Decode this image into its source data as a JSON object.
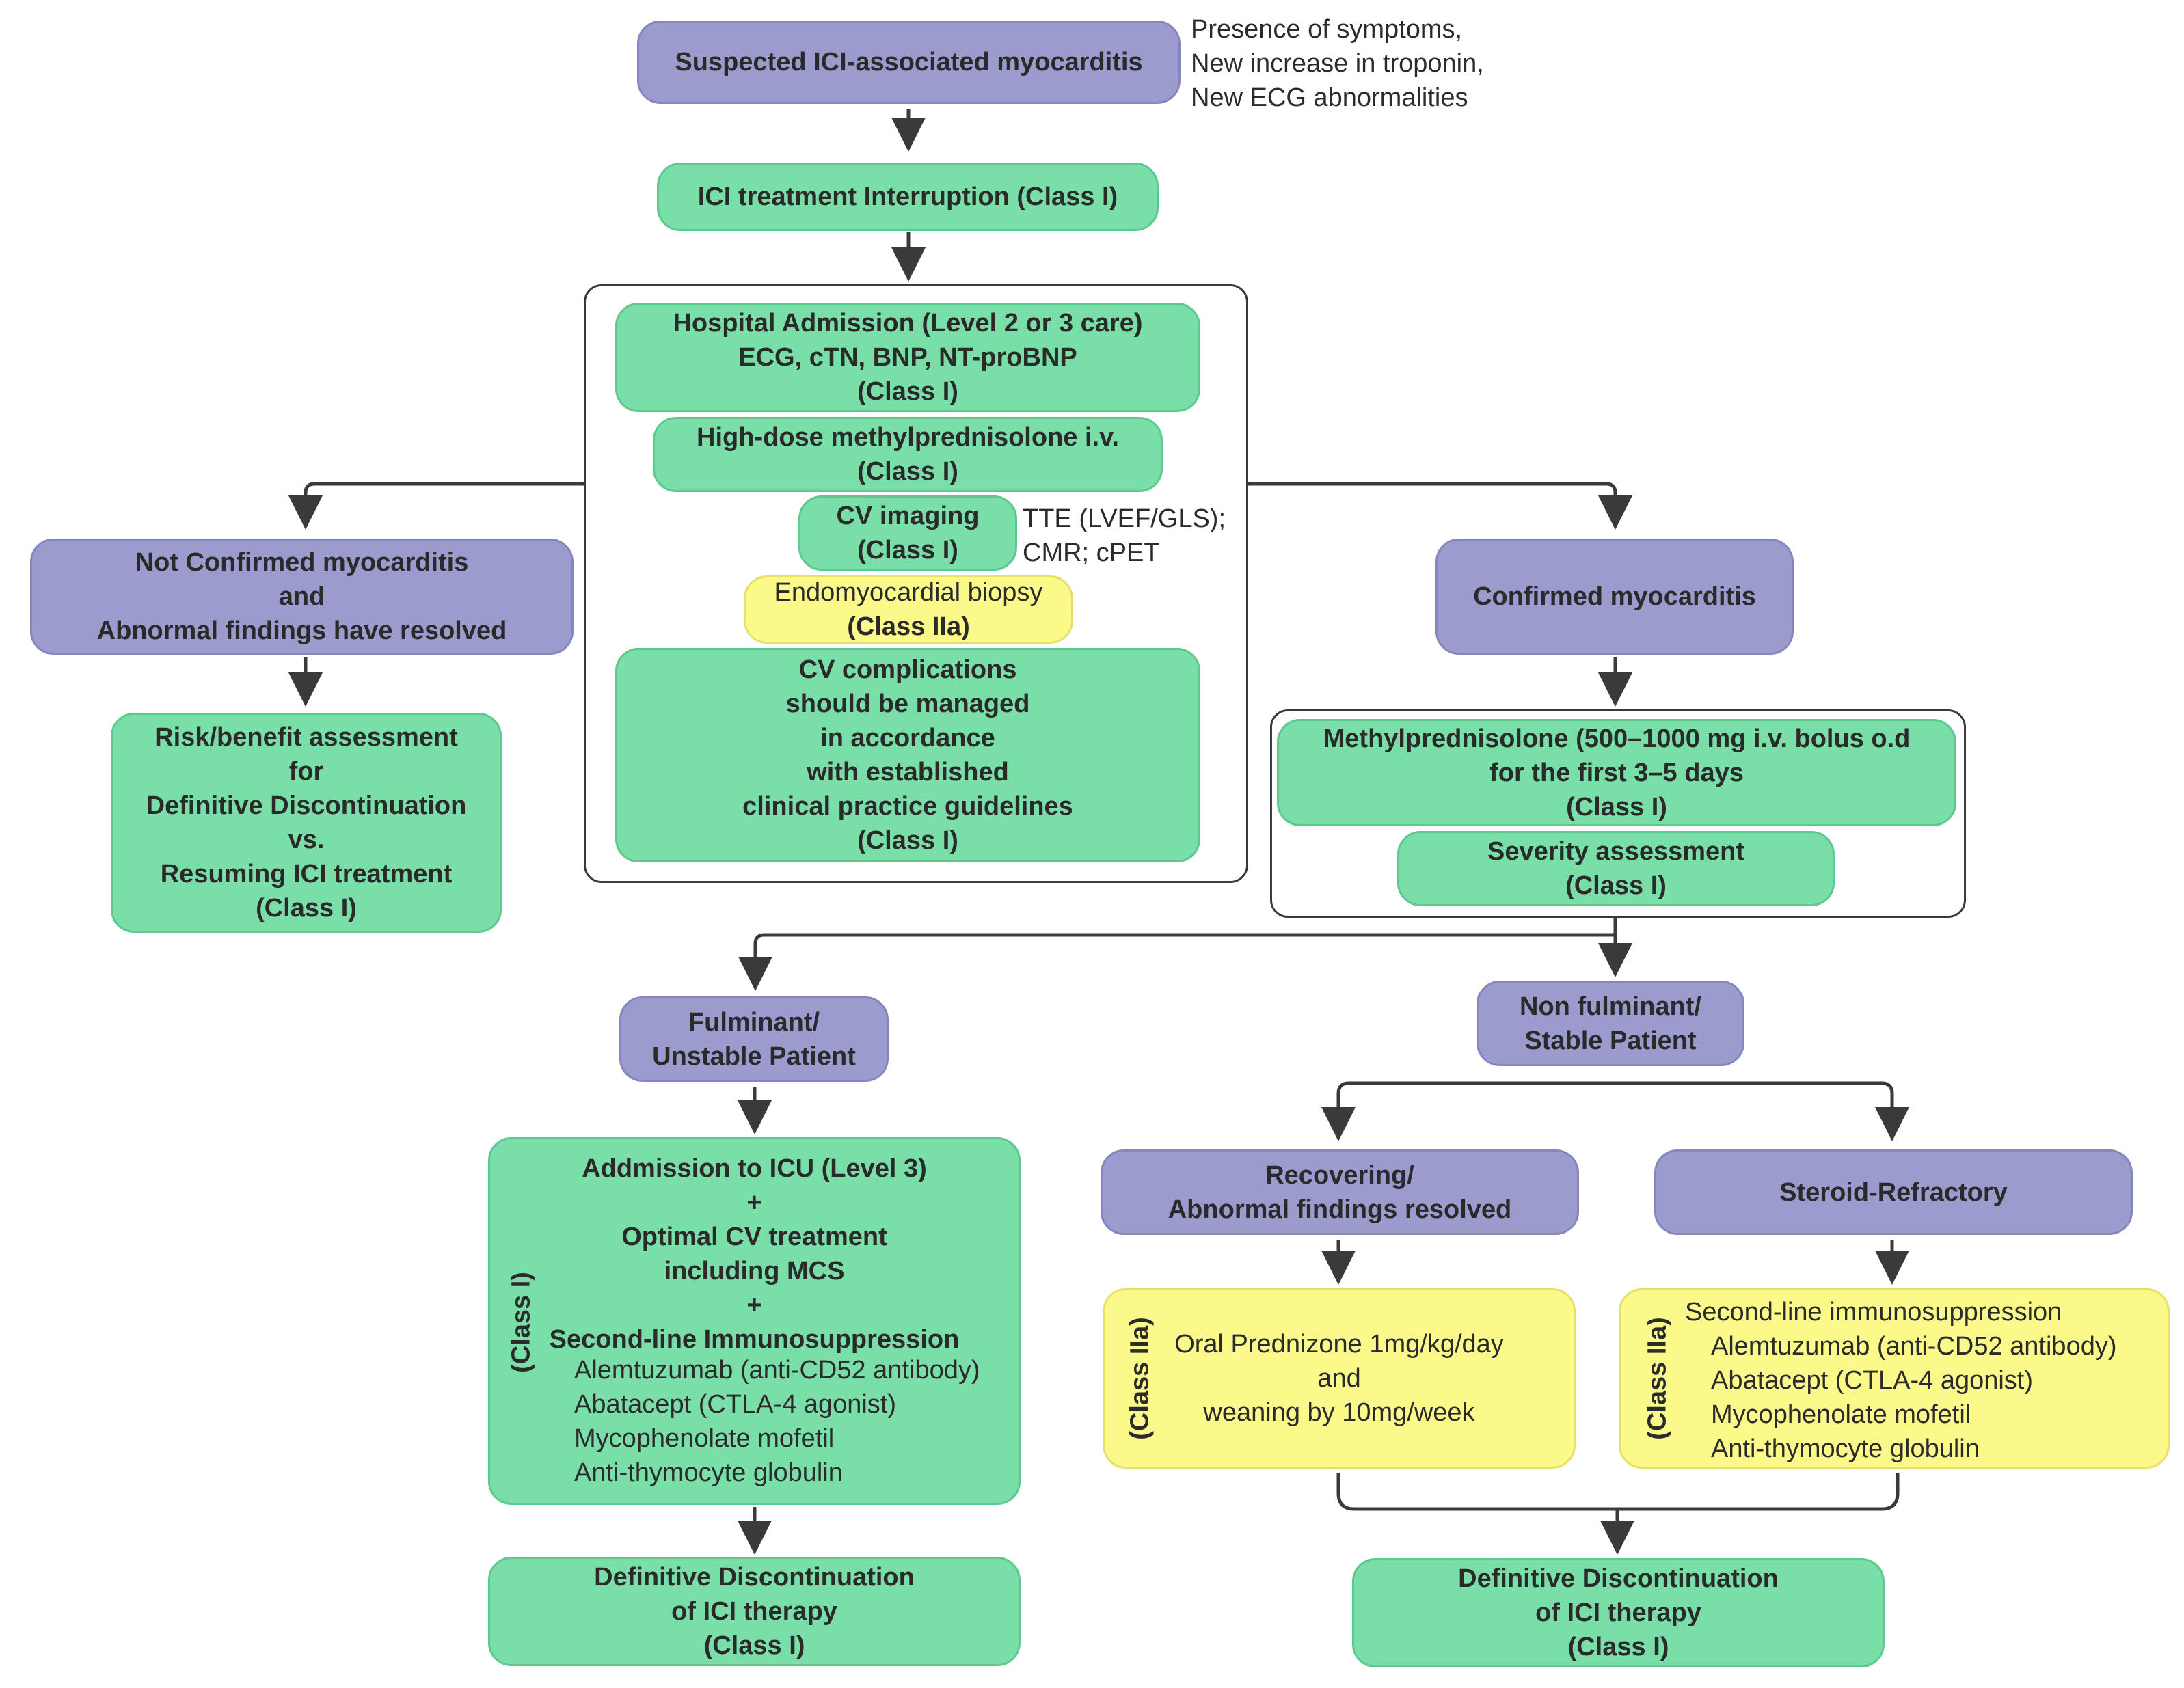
{
  "nodes": {
    "suspected": {
      "text": "Suspected ICI-associated myocarditis"
    },
    "suspected_criteria": [
      "Presence of symptoms,",
      "New increase in troponin,",
      "New ECG abnormalities"
    ],
    "interruption": {
      "text": "ICI treatment Interruption (Class I)"
    },
    "hospital": {
      "lines": [
        "Hospital Admission (Level 2 or 3 care)",
        "ECG, cTN, BNP, NT-proBNP",
        "(Class I)"
      ]
    },
    "methylpred_hd": {
      "lines": [
        "High-dose methylprednisolone i.v.",
        "(Class I)"
      ]
    },
    "cv_imaging": {
      "lines": [
        "CV imaging",
        "(Class I)"
      ]
    },
    "cv_imaging_note": [
      "TTE (LVEF/GLS);",
      "CMR; cPET"
    ],
    "biopsy": {
      "lines": [
        "Endomyocardial biopsy",
        "(Class IIa)"
      ]
    },
    "cv_complications": {
      "lines": [
        "CV complications",
        "should be managed",
        "in accordance",
        "with established",
        "clinical practice guidelines",
        "(Class I)"
      ]
    },
    "not_confirmed": {
      "lines": [
        "Not Confirmed myocarditis",
        "and",
        "Abnormal findings have resolved"
      ]
    },
    "risk_benefit": {
      "lines": [
        "Risk/benefit assessment",
        "for",
        "Definitive Discontinuation",
        "vs.",
        "Resuming ICI treatment",
        "(Class I)"
      ]
    },
    "confirmed": {
      "text": "Confirmed myocarditis"
    },
    "methylpred_bolus": {
      "lines": [
        "Methylprednisolone (500–1000 mg i.v. bolus o.d",
        "for the first 3–5 days",
        "(Class I)"
      ]
    },
    "severity": {
      "lines": [
        "Severity assessment",
        "(Class I)"
      ]
    },
    "fulminant": {
      "lines": [
        "Fulminant/",
        "Unstable Patient"
      ]
    },
    "icu": {
      "class_label": "(Class I)",
      "lines": [
        "Addmission to ICU (Level 3)",
        "+",
        "Optimal CV treatment",
        "including MCS",
        "+",
        "Second-line Immunosuppression"
      ],
      "drugs": [
        "Alemtuzumab (anti-CD52 antibody)",
        "Abatacept (CTLA-4 agonist)",
        "Mycophenolate mofetil",
        "Anti-thymocyte globulin"
      ]
    },
    "discontinuation_left": {
      "lines": [
        "Definitive Discontinuation",
        "of ICI therapy",
        "(Class I)"
      ]
    },
    "nonfulminant": {
      "lines": [
        "Non fulminant/",
        "Stable Patient"
      ]
    },
    "recovering": {
      "lines": [
        "Recovering/",
        "Abnormal findings resolved"
      ]
    },
    "steroid_refractory": {
      "text": "Steroid-Refractory"
    },
    "oral_pred": {
      "class_label": "(Class IIa)",
      "lines": [
        "Oral Prednizone 1mg/kg/day",
        "and",
        "weaning by 10mg/week"
      ]
    },
    "second_line": {
      "class_label": "(Class IIa)",
      "title": "Second-line immunosuppression",
      "drugs": [
        "Alemtuzumab (anti-CD52 antibody)",
        "Abatacept (CTLA-4 agonist)",
        "Mycophenolate mofetil",
        "Anti-thymocyte globulin"
      ]
    },
    "discontinuation_right": {
      "lines": [
        "Definitive Discontinuation",
        "of ICI therapy",
        "(Class I)"
      ]
    }
  },
  "colors": {
    "purple": "#9b9bcd",
    "green": "#79dea8",
    "yellow": "#fbf98a",
    "line": "#3a3a3a"
  }
}
